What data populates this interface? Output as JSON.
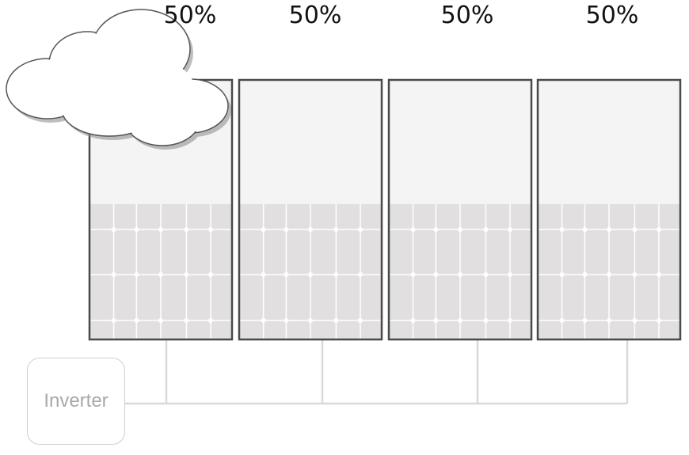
{
  "panels": [
    {
      "output_label": "50%"
    },
    {
      "output_label": "50%"
    },
    {
      "output_label": "50%"
    },
    {
      "output_label": "50%"
    }
  ],
  "inverter": {
    "label": "Inverter"
  },
  "icons": {
    "cloud": "cloud-icon"
  },
  "colors": {
    "panel_border": "#4a4a4a",
    "panel_upper": "#f4f4f4",
    "panel_cells": "#e1dfe0",
    "cell_lines": "#ffffff",
    "wiring": "#d9d9d9",
    "inverter_border": "#cfcfcf",
    "inverter_text": "#a9a9a9"
  }
}
